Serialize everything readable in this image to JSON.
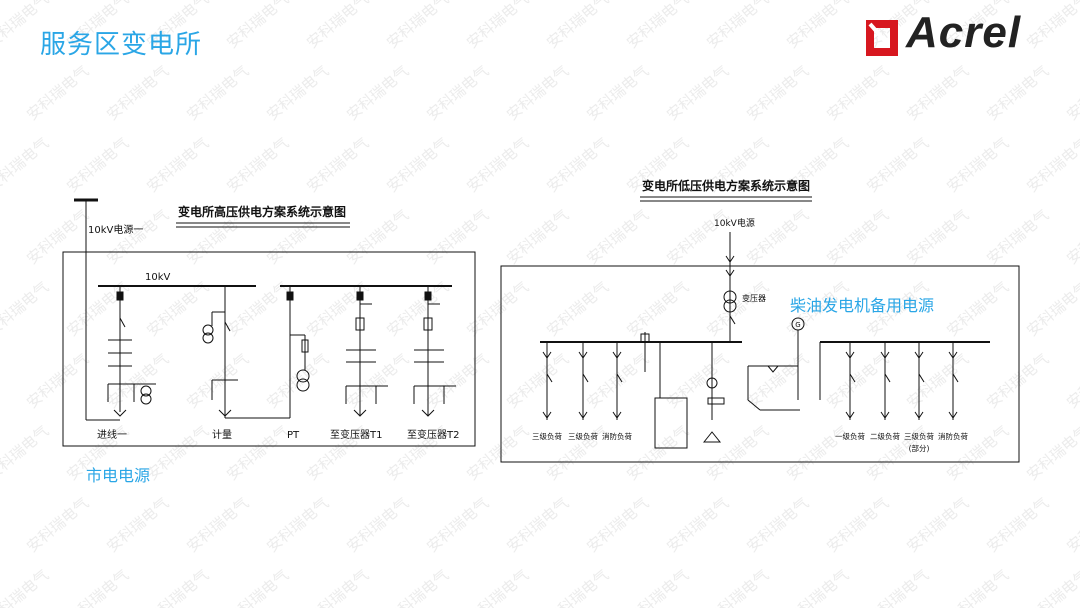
{
  "title": "服务区变电所",
  "logo": {
    "brand": "Acrel",
    "mark_color": "#d7171f"
  },
  "watermark": "安科瑞电气",
  "colors": {
    "accent": "#2aa6e6",
    "line": "#111111"
  },
  "hv": {
    "title": "变电所高压供电方案系统示意图",
    "source": "10kV电源一",
    "bus": "10kV",
    "feeders": [
      "进线一",
      "计量",
      "PT",
      "至变压器T1",
      "至变压器T2"
    ],
    "note": "市电电源"
  },
  "lv": {
    "title": "变电所低压供电方案系统示意图",
    "source": "10kV电源",
    "transformer": "变压器",
    "generator_note": "柴油发电机备用电源",
    "gen_symbol": "G",
    "left_loads": [
      "三级负荷",
      "三级负荷",
      "消防负荷"
    ],
    "right_loads": [
      "一级负荷",
      "二级负荷",
      "三级负荷",
      "消防负荷"
    ],
    "right_sub": "(部分)"
  }
}
